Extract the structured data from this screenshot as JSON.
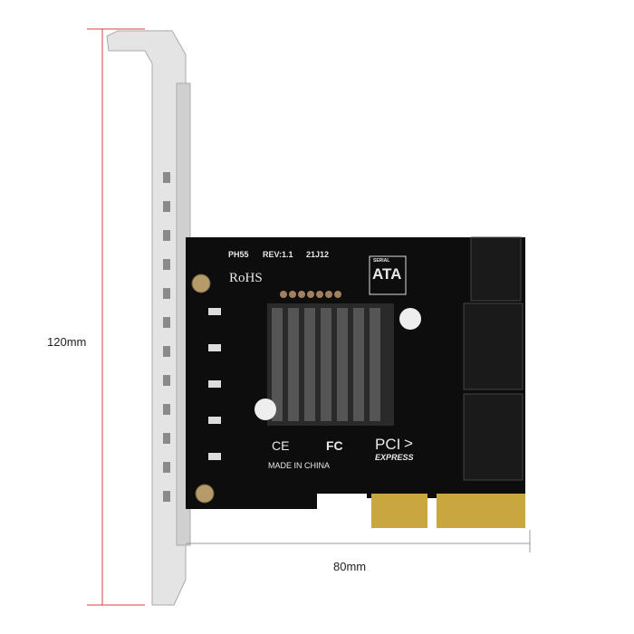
{
  "dimensions": {
    "height_label": "120mm",
    "width_label": "80mm",
    "height_line_color": "#d94040",
    "width_line_color": "#999999"
  },
  "board": {
    "model_text": "PH55",
    "revision_text": "REV:1.1",
    "date_code": "21J12",
    "rohs_text": "RoHS",
    "sata_logo_top": "SERIAL",
    "sata_logo_main": "ATA",
    "ce_mark": "CE",
    "fcc_mark": "FC",
    "pci_text": "PCI",
    "express_text": "EXPRESS",
    "origin_text": "MADE IN CHINA",
    "pcb_color": "#0d0d0d",
    "gold_finger_color": "#c9a640"
  }
}
